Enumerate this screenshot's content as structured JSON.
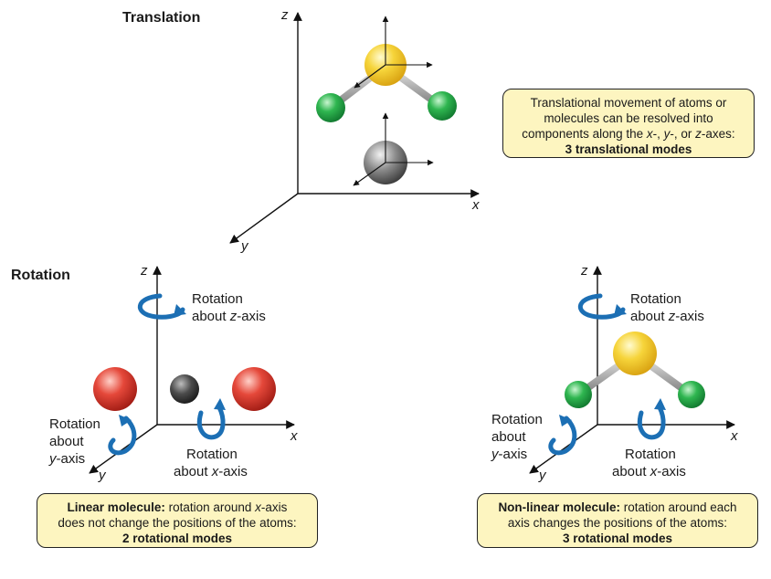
{
  "translation": {
    "heading": "Translation",
    "axes": {
      "z": "z",
      "x": "x",
      "y": "y"
    },
    "note": {
      "line1": "Translational movement of atoms or",
      "line2": "molecules can be resolved into",
      "line3_pre": "components along the ",
      "x": "x",
      "sep1": "-, ",
      "y": "y",
      "sep2": "-, or ",
      "z": "z",
      "line3_post": "-axes:",
      "summary": "3 translational modes"
    }
  },
  "rotation": {
    "heading": "Rotation",
    "linear": {
      "axes": {
        "z": "z",
        "x": "x",
        "y": "y"
      },
      "rot_z": {
        "line1": "Rotation",
        "pre": "about ",
        "axis": "z",
        "post": "-axis"
      },
      "rot_y": {
        "line1": "Rotation",
        "line2": "about",
        "axis": "y",
        "post": "-axis"
      },
      "rot_x": {
        "line1": "Rotation",
        "pre": "about ",
        "axis": "x",
        "post": "-axis"
      },
      "note": {
        "bold": "Linear molecule:",
        "line1_rest": " rotation around ",
        "axis": "x",
        "line1_end": "-axis",
        "line2": "does not change the positions of the atoms:",
        "summary": "2 rotational modes"
      }
    },
    "nonlinear": {
      "axes": {
        "z": "z",
        "x": "x",
        "y": "y"
      },
      "rot_z": {
        "line1": "Rotation",
        "pre": "about ",
        "axis": "z",
        "post": "-axis"
      },
      "rot_y": {
        "line1": "Rotation",
        "line2": "about",
        "axis": "y",
        "post": "-axis"
      },
      "rot_x": {
        "line1": "Rotation",
        "pre": "about ",
        "axis": "x",
        "post": "-axis"
      },
      "note": {
        "bold": "Non-linear molecule:",
        "line1_rest": " rotation around each",
        "line2": "axis changes the positions of the atoms:",
        "summary": "3 rotational modes"
      }
    }
  },
  "colors": {
    "box_fill": "#fdf5c0",
    "arrow_blue": "#1c6fb4",
    "sulfur": "#f3c92b",
    "chlorine": "#1fa84a",
    "oxygen": "#d9342b",
    "carbon": "#4a4a4a",
    "gray_atom": "#8a8a8a",
    "bond": "#b4b4b4"
  }
}
